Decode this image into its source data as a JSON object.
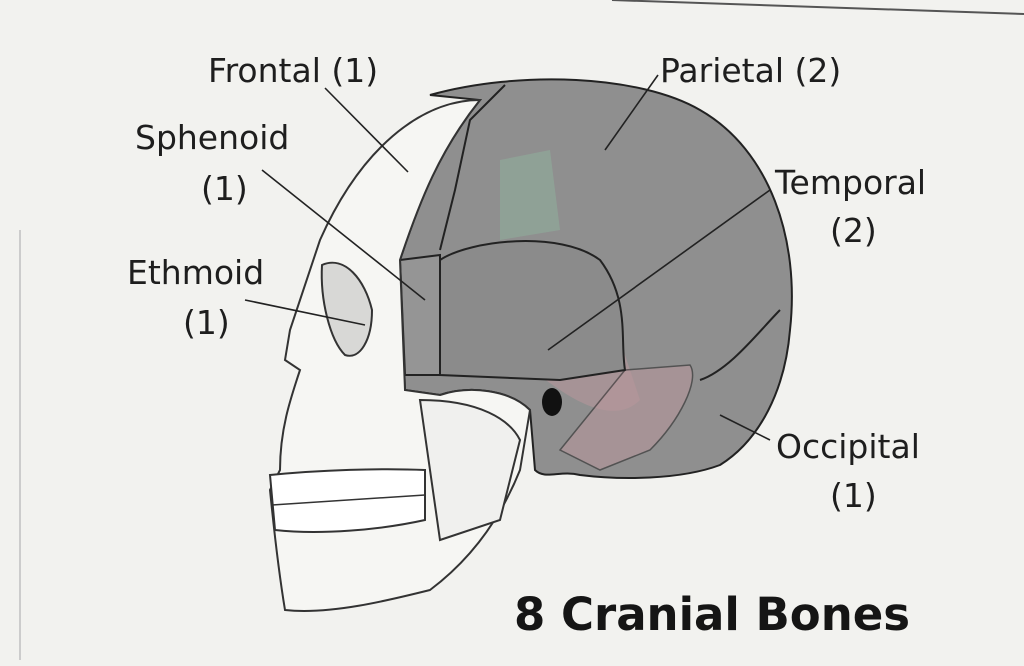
{
  "title": "8 Cranial Bones",
  "labels": {
    "frontal": {
      "name": "Frontal (1)"
    },
    "parietal": {
      "name": "Parietal (2)"
    },
    "sphenoid": {
      "name": "Sphenoid",
      "count": "(1)"
    },
    "temporal": {
      "name": "Temporal",
      "count": "(2)"
    },
    "ethmoid": {
      "name": "Ethmoid",
      "count": "(1)"
    },
    "occipital": {
      "name": "Occipital",
      "count": "(1)"
    }
  },
  "colors": {
    "cranium": "#8c8c8c",
    "face": "#f7f7f5",
    "tint_pink": "#c49aa2",
    "tint_green": "#8fae9c"
  }
}
